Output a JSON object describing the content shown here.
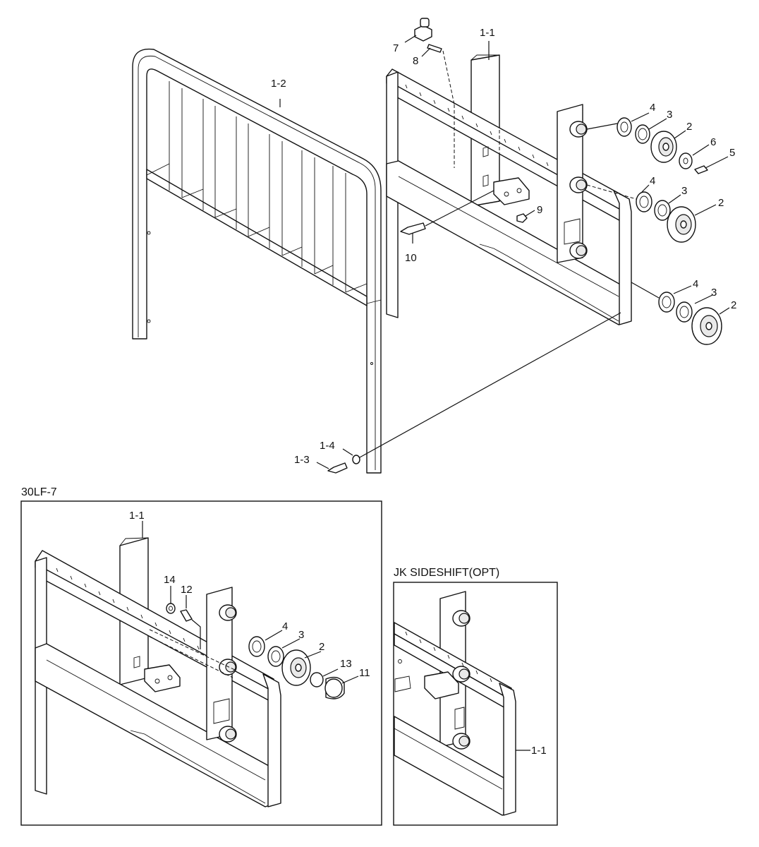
{
  "part_labels": {
    "backrest": "1-2",
    "carriage_top": "1-1",
    "bolt_1_3": "1-3",
    "washer_1_4": "1-4",
    "grease_fitting": "7",
    "screw_8": "8",
    "nut_9": "9",
    "bolt_10": "10",
    "upper_washer_4": "4",
    "upper_shim_3": "3",
    "upper_roller_2": "2",
    "retainer_6": "6",
    "bolt_5": "5",
    "mid_washer_4": "4",
    "mid_shim_3": "3",
    "mid_roller_2": "2",
    "low_washer_4": "4",
    "low_shim_3": "3",
    "low_roller_2": "2"
  },
  "inset_30lf7": {
    "title": "30LF-7",
    "labels": {
      "carriage": "1-1",
      "nut_14": "14",
      "screw_12": "12",
      "washer_4": "4",
      "shim_3": "3",
      "roller_2": "2",
      "cap_13": "13",
      "cap_11": "11"
    }
  },
  "inset_jk": {
    "title": "JK SIDESHIFT(OPT)",
    "labels": {
      "carriage": "1-1"
    }
  }
}
